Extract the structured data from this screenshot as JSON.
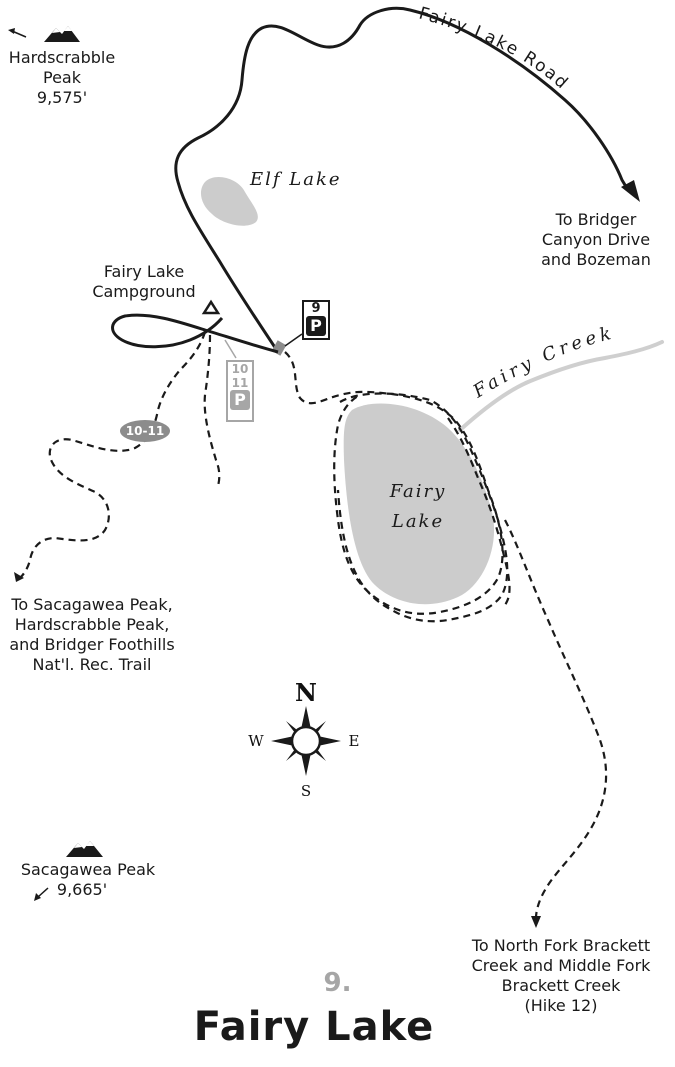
{
  "map": {
    "road_label": "Fairy Lake Road",
    "lakes": {
      "elf": "Elf Lake",
      "fairy_line1": "Fairy",
      "fairy_line2": "Lake"
    },
    "creek_label": "Fairy Creek",
    "campground": {
      "line1": "Fairy Lake",
      "line2": "Campground"
    },
    "parking": {
      "main": {
        "number": "9",
        "letter": "P"
      },
      "alt": {
        "number1": "10",
        "number2": "11",
        "letter": "P"
      }
    },
    "trail_marker": "10-11",
    "peaks": {
      "hardscrabble": {
        "line1": "Hardscrabble",
        "line2": "Peak",
        "elevation": "9,575'"
      },
      "sacagawea": {
        "name": "Sacagawea Peak",
        "elevation": "9,665'"
      }
    },
    "directions": {
      "bridger": [
        "To Bridger",
        "Canyon Drive",
        "and Bozeman"
      ],
      "sacagawea": [
        "To Sacagawea Peak,",
        "Hardscrabble Peak,",
        "and Bridger Foothills",
        "Nat'l. Rec. Trail"
      ],
      "north_fork": [
        "To North Fork Brackett",
        "Creek and Middle Fork",
        "Brackett Creek",
        "(Hike 12)"
      ]
    },
    "compass": {
      "n": "N",
      "s": "S",
      "e": "E",
      "w": "W"
    },
    "colors": {
      "ink": "#1a1a1a",
      "water": "#cccccc",
      "creek": "#cfcfcf",
      "muted": "#a6a6a6",
      "marker": "#8c8c8c"
    },
    "icons": [
      "mountain-icon",
      "campground-tent-icon",
      "parking-icon",
      "compass-rose-icon",
      "arrow-icon"
    ]
  },
  "footer": {
    "hike_number": "9.",
    "title": "Fairy Lake"
  }
}
